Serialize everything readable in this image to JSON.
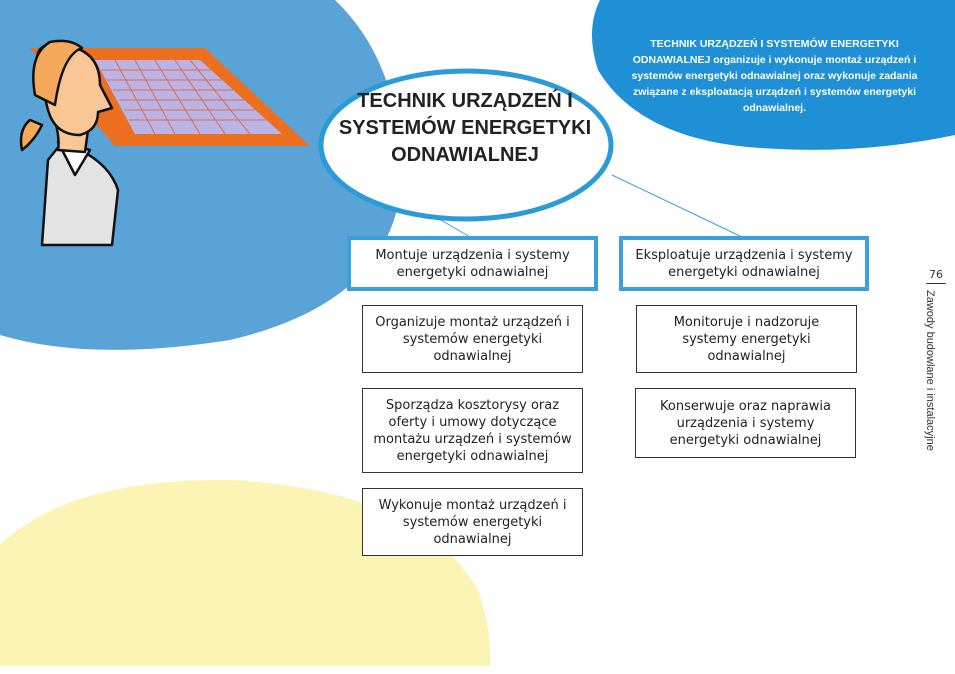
{
  "header": {
    "title": "TECHNIK URZĄDZEŃ I SYSTEMÓW ENERGETYKI ODNAWIALNEJ",
    "description_bold": "TECHNIK URZĄDZEŃ I SYSTEMÓW ENERGETYKI ODNAWIALNEJ",
    "description_rest": " organizuje i wykonuje montaż urządzeń i systemów energetyki odnawialnej oraz wykonuje zadania związane z eksploatacją urządzeń i systemów energetyki odnawialnej."
  },
  "left_branch": {
    "label": "Montuje urządzenia i systemy energetyki odnawialnej",
    "items": [
      "Organizuje montaż urządzeń i systemów energetyki odnawialnej",
      "Sporządza kosztorysy oraz oferty i umowy dotyczące montażu urządzeń i systemów energetyki odnawialnej",
      "Wykonuje montaż urządzeń i systemów energetyki odnawialnej"
    ]
  },
  "right_branch": {
    "label": "Eksploatuje urządzenia i systemy energetyki odnawialnej",
    "items": [
      "Monitoruje i nadzoruje systemy energetyki odnawialnej",
      "Konserwuje oraz naprawia urządzenia i systemy energetyki odnawialnej"
    ]
  },
  "page": {
    "number": "76",
    "section": "Zawody budowlane i instalacyjne"
  },
  "colors": {
    "blue_light": "#5aa3d6",
    "blue_dark": "#1f8fd6",
    "yellow": "#fbf4b4",
    "orange": "#ec6e1f",
    "panel": "#b9b3e6"
  }
}
